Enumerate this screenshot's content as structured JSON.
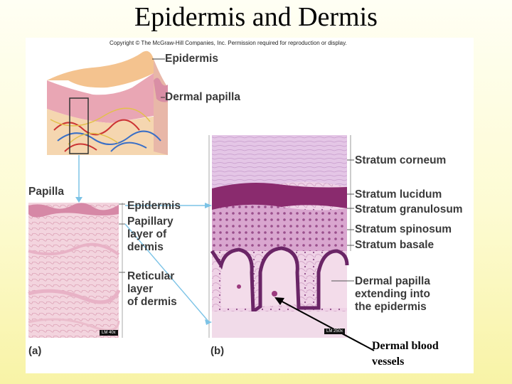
{
  "slide": {
    "title": "Epidermis and Dermis",
    "annotation": "Dermal blood vessels"
  },
  "figure": {
    "copyright": "Copyright © The McGraw-Hill Companies, Inc. Permission required for reproduction or display.",
    "block_labels": {
      "epidermis": "Epidermis",
      "dermal_papilla": "Dermal papilla"
    },
    "panel_a": {
      "letter": "(a)",
      "papilla": "Papilla",
      "epidermis": "Epidermis",
      "papillary_line1": "Papillary",
      "papillary_line2": "layer of",
      "papillary_line3": "dermis",
      "reticular_line1": "Reticular",
      "reticular_line2": "layer",
      "reticular_line3": "of dermis",
      "badge": "LM 40x"
    },
    "panel_b": {
      "letter": "(b)",
      "stratum_corneum": "Stratum corneum",
      "stratum_lucidum": "Stratum lucidum",
      "stratum_granulosum": "Stratum granulosum",
      "stratum_spinosum": "Stratum spinosum",
      "stratum_basale": "Stratum basale",
      "dermal_papilla_line1": "Dermal papilla",
      "dermal_papilla_line2": "extending into",
      "dermal_papilla_line3": "the epidermis",
      "badge": "LM 250x"
    }
  },
  "colors": {
    "epidermis_pink": "#e9a6b4",
    "corneum_lilac": "#d7b3da",
    "granulosum_purple": "#8a2b6e",
    "dermis_pink": "#f2d3df",
    "leader_line": "#7cc3e6"
  }
}
